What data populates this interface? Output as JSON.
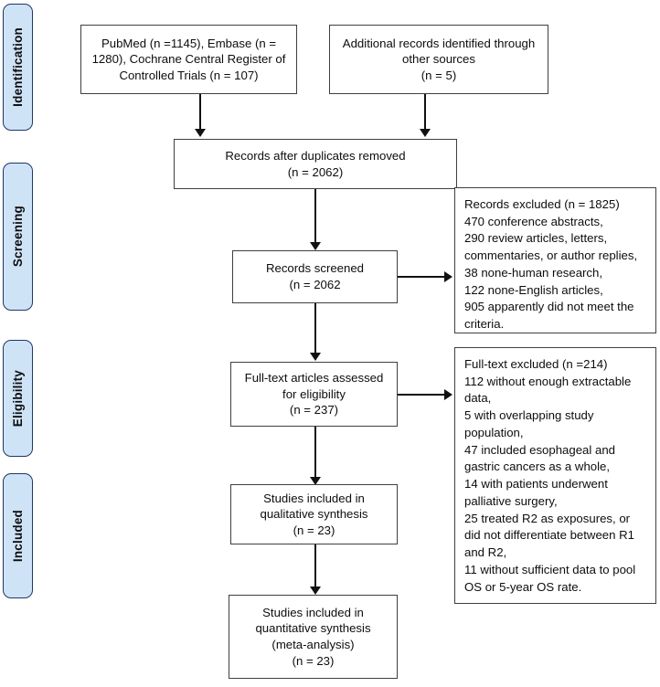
{
  "diagram": {
    "title": "PRISMA study selection flow diagram",
    "accent_color": "#cfe3f7",
    "accent_border_color": "#1f3864",
    "box_border_color": "#3f3f3f",
    "connector_color": "#111111"
  },
  "stages": [
    {
      "label": "Identification"
    },
    {
      "label": "Screening"
    },
    {
      "label": "Eligibility"
    },
    {
      "label": "Included"
    }
  ],
  "boxes": {
    "sources_databases": "PubMed (n =1145), Embase (n = 1280), Cochrane Central Register of Controlled Trials (n = 107)",
    "sources_other": "Additional records identified through other sources\n(n = 5)",
    "duplicates_removed": "Records after duplicates removed\n(n = 2062)",
    "records_screened": "Records screened\n(n = 2062",
    "records_excluded": "Records excluded (n = 1825)\n470 conference abstracts,\n290 review articles, letters, commentaries, or author replies,\n38 none-human research,\n122 none-English articles,\n905 apparently did not meet the criteria.",
    "fulltext_assessed": "Full-text articles assessed for eligibility\n(n = 237)",
    "fulltext_excluded": "Full-text excluded (n =214)\n112 without enough extractable data,\n5 with overlapping study population,\n47 included esophageal and gastric cancers as a whole,\n14 with patients underwent palliative surgery,\n25 treated R2 as exposures, or did not differentiate between R1 and R2,\n11 without sufficient data to pool OS or 5-year OS rate.",
    "qualitative_synthesis": "Studies included in qualitative synthesis\n(n = 23)",
    "quantitative_synthesis": "Studies included in quantitative synthesis\n(meta-analysis)\n(n = 23)"
  },
  "flow_data": {
    "type": "prisma-flow",
    "identification": {
      "pubmed": 1145,
      "embase": 1280,
      "cochrane_central_register_of_controlled_trials": 107,
      "other_sources": 5
    },
    "screening": {
      "after_duplicates_removed": 2062,
      "records_screened": 2062,
      "records_excluded_total": 1825,
      "exclusion_reasons": [
        {
          "reason": "conference abstracts",
          "count": 470
        },
        {
          "reason": "review articles, letters, commentaries, or author replies",
          "count": 290
        },
        {
          "reason": "none-human research",
          "count": 38
        },
        {
          "reason": "none-English articles",
          "count": 122
        },
        {
          "reason": "apparently did not meet the criteria",
          "count": 905
        }
      ]
    },
    "eligibility": {
      "fulltext_assessed": 237,
      "fulltext_excluded_total": 214,
      "exclusion_reasons": [
        {
          "reason": "without enough extractable data",
          "count": 112
        },
        {
          "reason": "with overlapping study population",
          "count": 5
        },
        {
          "reason": "included esophageal and gastric cancers as a whole",
          "count": 47
        },
        {
          "reason": "with patients underwent palliative surgery",
          "count": 14
        },
        {
          "reason": "treated R2 as exposures, or did not differentiate between R1 and R2",
          "count": 25
        },
        {
          "reason": "without sufficient data to pool OS or 5-year OS rate",
          "count": 11
        }
      ]
    },
    "included": {
      "qualitative_synthesis": 23,
      "quantitative_synthesis_meta_analysis": 23
    }
  }
}
